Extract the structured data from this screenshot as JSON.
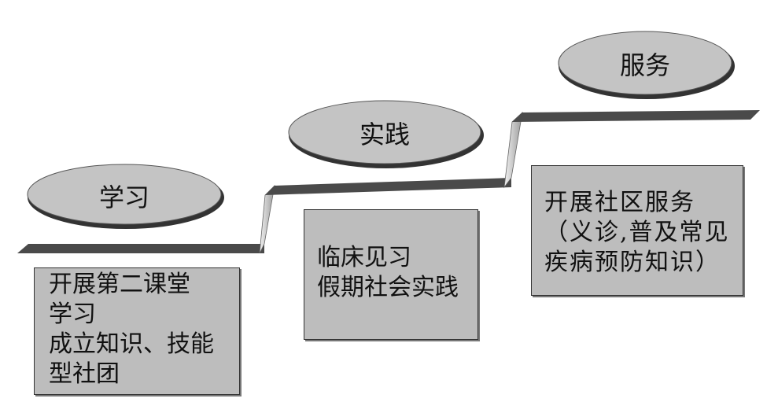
{
  "stages": [
    {
      "title": "学习",
      "lines": [
        "开展第二课堂",
        "学习",
        "成立知识、技能",
        "型社团"
      ]
    },
    {
      "title": "实践",
      "lines": [
        "临床见习",
        "假期社会实践"
      ]
    },
    {
      "title": "服务",
      "lines": [
        "开展社区服务",
        "（义诊,普及常见",
        "疾病预防知识）"
      ]
    }
  ],
  "colors": {
    "ellipse": "#c4c4c4",
    "step": "#4a4a4a",
    "box": "#bdbdbd",
    "riser": "#d6d6d6"
  }
}
